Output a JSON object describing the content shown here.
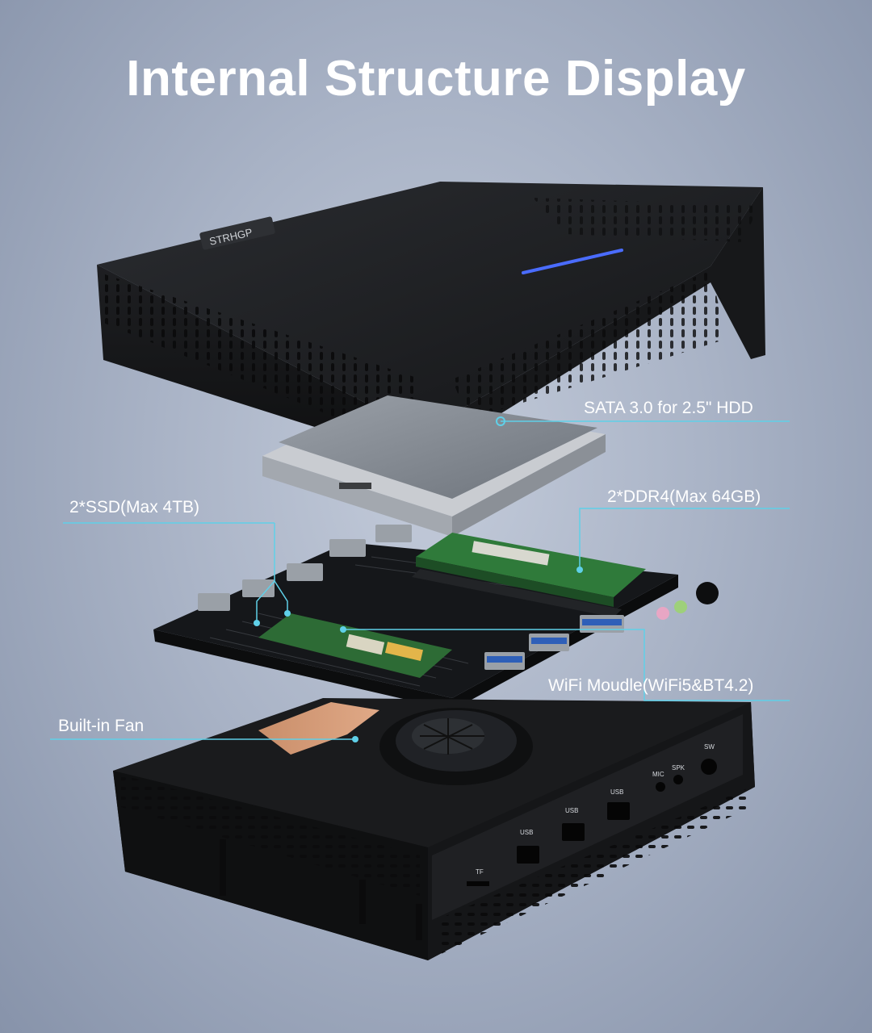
{
  "title": "Internal Structure Display",
  "brand": "STRHGP",
  "callouts": {
    "hdd": "SATA 3.0 for 2.5\" HDD",
    "ram": "2*DDR4(Max 64GB)",
    "ssd": "2*SSD(Max 4TB)",
    "wifi": "WiFi Moudle(WiFi5&BT4.2)",
    "fan": "Built-in Fan"
  },
  "port_labels": {
    "tf": "TF",
    "usb1": "USB",
    "usb2": "USB",
    "usb3": "USB",
    "mic": "MIC",
    "spk": "SPK",
    "sw": "SW"
  },
  "colors": {
    "callout_line": "#5fd0e8",
    "case_black": "#1c1d20",
    "pcb": "#15171a",
    "ram_green": "#2f7a3a",
    "led_blue": "#4a6cff"
  }
}
